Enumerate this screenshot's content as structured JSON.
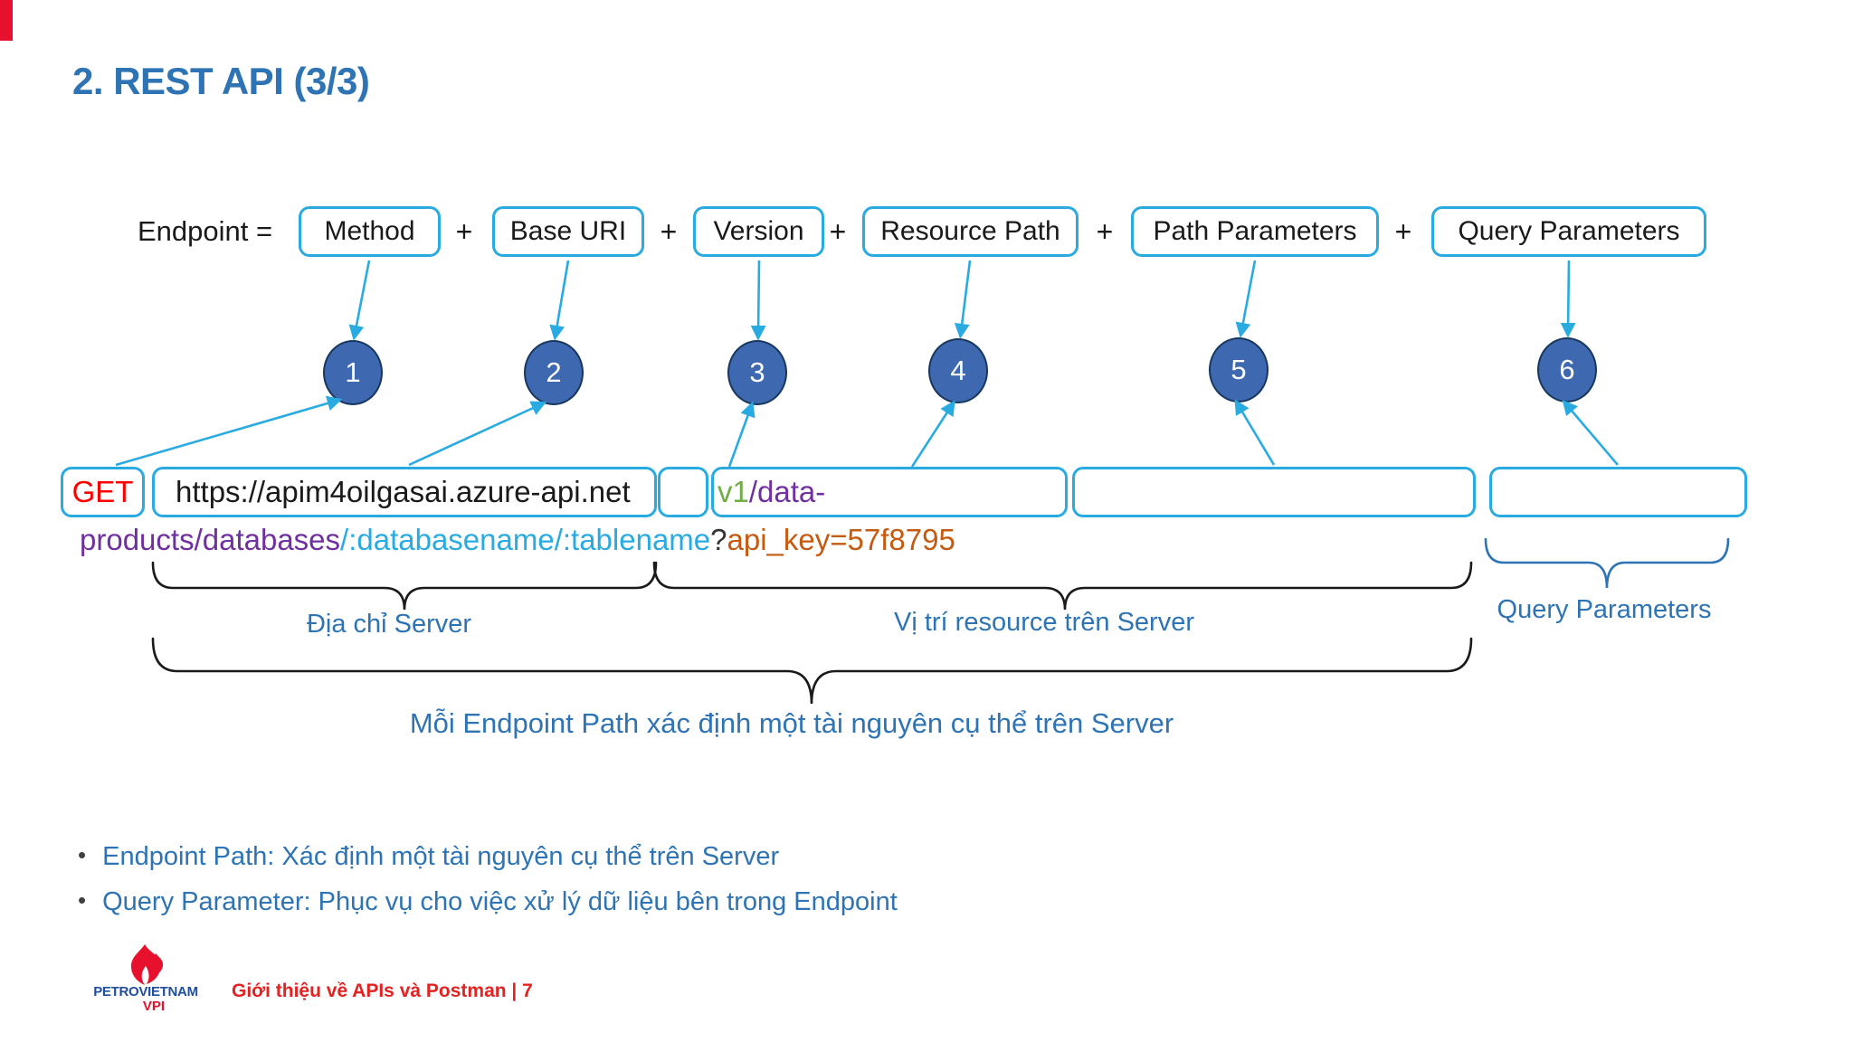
{
  "slide": {
    "title": "2. REST API (3/3)"
  },
  "formula": {
    "prefix": "Endpoint =",
    "plus": "+",
    "boxes": [
      "Method",
      "Base URI",
      "Version",
      "Resource Path",
      "Path Parameters",
      "Query Parameters"
    ]
  },
  "markers": [
    "1",
    "2",
    "3",
    "4",
    "5",
    "6"
  ],
  "url": {
    "method": "GET",
    "host": "https://apim4oilgasai.azure-api.net",
    "version": "v1",
    "path_start": "/data-",
    "line2_path": "products/databases",
    "line2_params": "/:databasename/:tablename",
    "line2_question": "?",
    "line2_query": "api_key=57f8795"
  },
  "labels": {
    "server_address": "Địa chỉ Server",
    "resource_location": "Vị trí resource trên Server",
    "query_parameters": "Query Parameters",
    "endpoint_note": "Mỗi Endpoint Path xác định một tài nguyên cụ thể trên Server"
  },
  "bullets": {
    "dot": "•",
    "items": [
      "Endpoint Path: Xác định một tài nguyên cụ thể trên Server",
      "Query Parameter: Phục vụ cho việc xử lý dữ liệu bên trong Endpoint"
    ]
  },
  "footer": {
    "brand_top": "PETROVIETNAM",
    "brand_bottom": "VPI",
    "page_text": "Giới thiệu về APIs và Postman |  7"
  },
  "colors": {
    "accent_blue": "#2e74b5",
    "box_border_cyan": "#29abe2",
    "circle_fill": "#3e68b0",
    "circle_border": "#17375e",
    "method_red": "#ff0000",
    "version_green": "#70ad47",
    "path_purple": "#7030a0",
    "param_cyan": "#29abe2",
    "query_orange": "#c55a11",
    "brand_red": "#e8112d",
    "brand_blue": "#1f4e9c"
  }
}
